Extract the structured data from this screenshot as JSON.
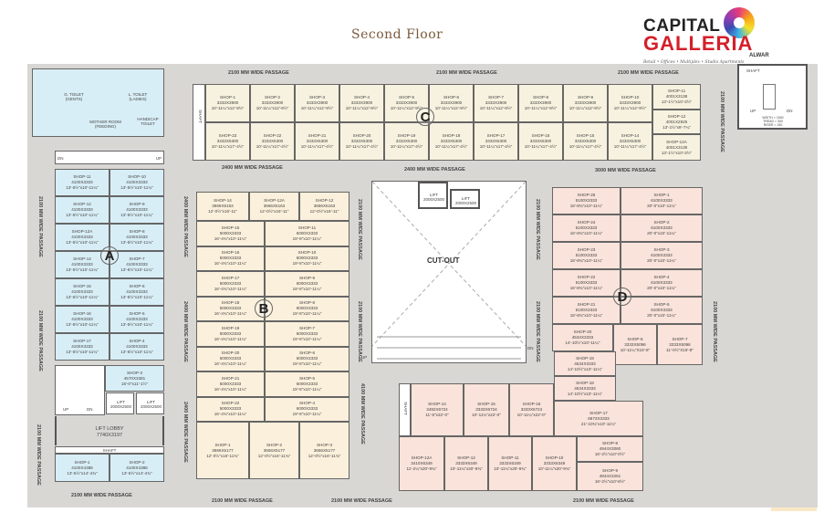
{
  "title": "Second Floor",
  "logo": {
    "line1": "CAPITAL",
    "line2": "GALLERIA",
    "line3": "ALWAR",
    "tagline": "Retail • Offices • Multiplex • Studio Apartments"
  },
  "passages": {
    "top": [
      "2100 MM WIDE PASSAGE",
      "2100 MM WIDE PASSAGE",
      "2100 MM WIDE PASSAGE"
    ],
    "mid": [
      "2400 MM WIDE PASSAGE",
      "2400 MM WIDE PASSAGE",
      "3000 MM WIDE PASSAGE"
    ],
    "bottom": [
      "2100 MM WIDE PASSAGE",
      "2100 MM WIDE PASSAGE",
      "2100 MM WIDE PASSAGE",
      "2100 MM WIDE PASSAGE"
    ],
    "vertical": [
      "2100 MM WIDE PASSAGE",
      "2100 MM WIDE PASSAGE",
      "2100 MM WIDE PASSAGE",
      "2400 MM WIDE PASSAGE",
      "2400 MM WIDE PASSAGE",
      "2400 MM WIDE PASSAGE",
      "2100 MM WIDE PASSAGE",
      "2100 MM WIDE PASSAGE",
      "4100 MM WIDE PASSAGE",
      "2100 MM WIDE PASSAGE",
      "2100 MM WIDE PASSAGE",
      "2100 MM WIDE PASSAGE",
      "2100 MM WIDE PASSAGE"
    ]
  },
  "zones": {
    "A": {
      "label": "A",
      "shops": [
        [
          "SHOP-11",
          "4100X3333",
          "13'-5½\"x10'-11¼\""
        ],
        [
          "SHOP-10",
          "4100X3333",
          "13'-5½\"x10'-11¼\""
        ],
        [
          "SHOP-12",
          "4100X3333",
          "13'-5½\"x10'-11¼\""
        ],
        [
          "SHOP-9",
          "4100X3333",
          "13'-5½\"x10'-11¼\""
        ],
        [
          "SHOP-12A",
          "4100X3333",
          "13'-5½\"x10'-11¼\""
        ],
        [
          "SHOP-8",
          "4100X3333",
          "13'-5½\"x10'-11¼\""
        ],
        [
          "SHOP-14",
          "4100X3333",
          "13'-5½\"x10'-11¼\""
        ],
        [
          "SHOP-7",
          "4100X3333",
          "13'-5½\"x10'-11¼\""
        ],
        [
          "SHOP-15",
          "4100X3333",
          "13'-5½\"x10'-11¼\""
        ],
        [
          "SHOP-6",
          "4100X3333",
          "13'-5½\"x10'-11¼\""
        ],
        [
          "SHOP-16",
          "4100X3333",
          "13'-5½\"x10'-11¼\""
        ],
        [
          "SHOP-5",
          "4100X3333",
          "13'-5½\"x10'-11¼\""
        ],
        [
          "SHOP-17",
          "4100X3333",
          "13'-5½\"x10'-11¼\""
        ],
        [
          "SHOP-4",
          "4100X3333",
          "13'-5½\"x10'-11¼\""
        ],
        [
          "SHOP-3",
          "4570X3381",
          "15'-0\"x11'-1½\""
        ],
        [
          "SHOP-1",
          "4100X4388",
          "13'-5½\"x14'-4¾\""
        ],
        [
          "SHOP-2",
          "4100X4388",
          "13'-5½\"x14'-4¾\""
        ]
      ]
    },
    "B": {
      "label": "B",
      "shops": [
        [
          "SHOP-14",
          "3666X5163",
          "12'-0½\"x16'-11\""
        ],
        [
          "SHOP-12A",
          "3666X5163",
          "12'-0½\"x16'-11\""
        ],
        [
          "SHOP-12",
          "3666X5163",
          "12'-0½\"x16'-11\""
        ],
        [
          "SHOP-15",
          "5000X3333",
          "16'-4¾\"x10'-11¼\""
        ],
        [
          "SHOP-11",
          "6000X3333",
          "19'-8\"x10'-11¼\""
        ],
        [
          "SHOP-16",
          "5000X3333",
          "16'-4¾\"x10'-11¼\""
        ],
        [
          "SHOP-10",
          "6000X3333",
          "19'-8\"x10'-11¼\""
        ],
        [
          "SHOP-17",
          "5000X3333",
          "16'-4¾\"x10'-11¼\""
        ],
        [
          "SHOP-9",
          "6000X3333",
          "19'-8\"x10'-11¼\""
        ],
        [
          "SHOP-18",
          "5000X3333",
          "16'-4¾\"x10'-11¼\""
        ],
        [
          "SHOP-8",
          "6000X3333",
          "19'-8\"x10'-11¼\""
        ],
        [
          "SHOP-19",
          "5000X3333",
          "16'-4¾\"x10'-11¼\""
        ],
        [
          "SHOP-7",
          "6000X3333",
          "19'-8\"x10'-11¼\""
        ],
        [
          "SHOP-20",
          "5000X3333",
          "16'-4¾\"x10'-11¼\""
        ],
        [
          "SHOP-6",
          "6000X3333",
          "19'-8\"x10'-11¼\""
        ],
        [
          "SHOP-21",
          "5000X3333",
          "16'-4¾\"x10'-11¼\""
        ],
        [
          "SHOP-5",
          "6000X3333",
          "19'-8\"x10'-11¼\""
        ],
        [
          "SHOP-22",
          "5000X3333",
          "16'-4¾\"x10'-11¼\""
        ],
        [
          "SHOP-4",
          "6000X3333",
          "19'-8\"x10'-11¼\""
        ],
        [
          "SHOP-1",
          "3666X5177",
          "12'-0½\"x16'-11¾\""
        ],
        [
          "SHOP-2",
          "3666X5177",
          "12'-0½\"x16'-11¾\""
        ],
        [
          "SHOP-3",
          "3666X5177",
          "12'-0½\"x16'-11¾\""
        ]
      ]
    },
    "C": {
      "label": "C",
      "shaft": "SHAFT",
      "shops": [
        [
          "SHOP-1",
          "3333X3900",
          "10'-11¼\"x12'-9½\""
        ],
        [
          "SHOP-2",
          "3333X3900",
          "10'-11¼\"x12'-9½\""
        ],
        [
          "SHOP-3",
          "3333X3900",
          "10'-11¼\"x12'-9½\""
        ],
        [
          "SHOP-4",
          "3333X3900",
          "10'-11¼\"x12'-9½\""
        ],
        [
          "SHOP-5",
          "3333X3900",
          "10'-11¼\"x12'-9½\""
        ],
        [
          "SHOP-6",
          "3333X3900",
          "10'-11¼\"x12'-9½\""
        ],
        [
          "SHOP-7",
          "3333X3900",
          "10'-11¼\"x12'-9½\""
        ],
        [
          "SHOP-8",
          "3333X3900",
          "10'-11¼\"x12'-9½\""
        ],
        [
          "SHOP-9",
          "3333X3900",
          "10'-11¼\"x12'-9½\""
        ],
        [
          "SHOP-10",
          "3333X3900",
          "10'-11¼\"x12'-9½\""
        ],
        [
          "SHOP-23",
          "3333X5300",
          "10'-11¼\"x17'-4½\""
        ],
        [
          "SHOP-22",
          "3333X5300",
          "10'-11¼\"x17'-4½\""
        ],
        [
          "SHOP-21",
          "3333X5300",
          "10'-11¼\"x17'-4½\""
        ],
        [
          "SHOP-20",
          "3333X5300",
          "10'-11¼\"x17'-4½\""
        ],
        [
          "SHOP-19",
          "3333X5300",
          "10'-11¼\"x17'-4½\""
        ],
        [
          "SHOP-18",
          "3333X5300",
          "10'-11¼\"x17'-4½\""
        ],
        [
          "SHOP-17",
          "3333X5300",
          "10'-11¼\"x17'-4½\""
        ],
        [
          "SHOP-16",
          "3333X5300",
          "10'-11¼\"x17'-4½\""
        ],
        [
          "SHOP-15",
          "3333X5300",
          "10'-11¼\"x17'-4½\""
        ],
        [
          "SHOP-14",
          "3333X5300",
          "10'-11¼\"x17'-4½\""
        ],
        [
          "SHOP-11",
          "4001X3138",
          "13'-1½\"x10'-3½\""
        ],
        [
          "SHOP-12",
          "4001X2925",
          "13'-1½\"x9'-7¼\""
        ],
        [
          "SHOP-12A",
          "4001X3138",
          "13'-1½\"x10'-3½\""
        ]
      ]
    },
    "D": {
      "label": "D",
      "shaft": "SHAFT",
      "shops": [
        [
          "SHOP-25",
          "5100X3333",
          "16'-8¾\"x10'-11¼\""
        ],
        [
          "SHOP-1",
          "6100X3333",
          "20'-0\"x10'-11¼\""
        ],
        [
          "SHOP-24",
          "5100X3333",
          "16'-8¾\"x10'-11¼\""
        ],
        [
          "SHOP-2",
          "6100X3333",
          "20'-0\"x10'-11¼\""
        ],
        [
          "SHOP-23",
          "5100X3333",
          "16'-8¾\"x10'-11¼\""
        ],
        [
          "SHOP-3",
          "6100X3333",
          "20'-0\"x10'-11¼\""
        ],
        [
          "SHOP-22",
          "5100X3333",
          "16'-8¾\"x10'-11¼\""
        ],
        [
          "SHOP-4",
          "6100X3333",
          "20'-0\"x10'-11¼\""
        ],
        [
          "SHOP-21",
          "5100X3333",
          "16'-8¾\"x10'-11¼\""
        ],
        [
          "SHOP-5",
          "6100X3333",
          "20'-0\"x10'-11¼\""
        ],
        [
          "SHOP-20",
          "4534X3333",
          "14'-10½\"x10'-11¼\""
        ],
        [
          "SHOP-6",
          "3333X5096",
          "10'-11¼\"X16'-8\""
        ],
        [
          "SHOP-7",
          "3333X5096",
          "11'-0½\"X16'-8\""
        ],
        [
          "SHOP-19",
          "4534X3333",
          "14'-10½\"x10'-11¼\""
        ],
        [
          "SHOP-18",
          "4534X3333",
          "14'-10½\"x10'-11¼\""
        ],
        [
          "SHOP-14",
          "3482X6724",
          "11'-5\"x22'-0\""
        ],
        [
          "SHOP-15",
          "3333X6724",
          "10'-11¼\"x22'-0\""
        ],
        [
          "SHOP-16",
          "3333X6724",
          "10'-11¼\"x22'-0\""
        ],
        [
          "SHOP-17",
          "6673X3333",
          "21'-10¾\"x10'-11¼\""
        ],
        [
          "SHOP-12A",
          "3410X6349",
          "11'-2¼\"x20'-9¾\""
        ],
        [
          "SHOP-12",
          "3333X6349",
          "10'-11¼\"x20'-9¾\""
        ],
        [
          "SHOP-11",
          "3333X6349",
          "10'-11¼\"x20'-9¾\""
        ],
        [
          "SHOP-10",
          "3333X6349",
          "10'-11¼\"x20'-9¾\""
        ],
        [
          "SHOP-8",
          "4944X3060",
          "16'-2½\"x10'-0½\""
        ],
        [
          "SHOP-9",
          "4944X3261",
          "16'-2½\"x10'-8½\""
        ]
      ]
    }
  },
  "core_left": {
    "toilet_gents": "G. TOILET (GENTS)",
    "toilet_ladies": "L. TOILET (LADIES)",
    "mother_room": "MOTHER ROOM (FEEDING)",
    "handicap": "HANDICAP TOILET",
    "up": "UP",
    "dn": "DN",
    "lift1": "LIFT 2000X2500",
    "lift2": "LIFT 2000X2500",
    "lobby": "LIFT LOBBY",
    "lobby_size": "7740X3197",
    "shaft": "SHAFT"
  },
  "core_right": {
    "shaft": "SHAFT",
    "up": "UP",
    "dn": "DN",
    "spec": "WIDTH = 1500 TREAD = 300 RISER = 150"
  },
  "center": {
    "cutout": "CUT-OUT",
    "lift1": "LIFT 2000X2500",
    "lift2": "LIFT 2000X2500",
    "up": "UP",
    "dn": "DN"
  }
}
